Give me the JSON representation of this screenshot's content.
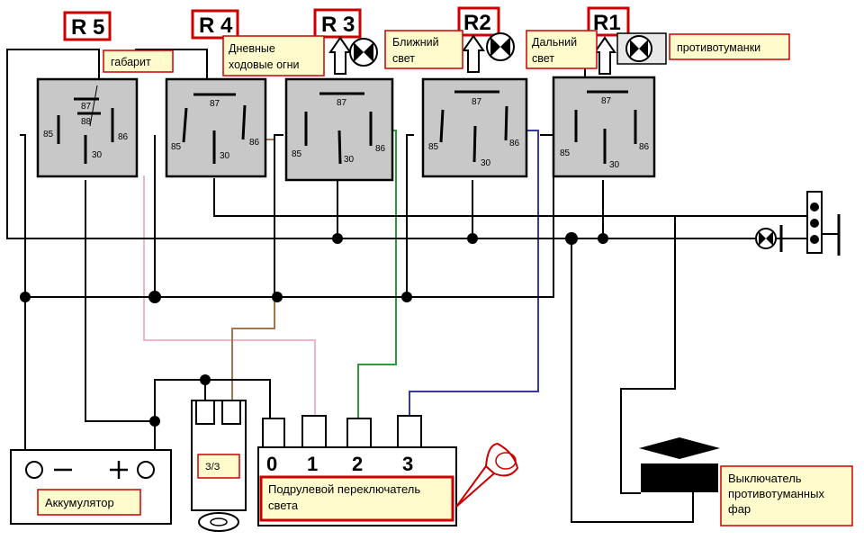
{
  "relays": [
    {
      "id": "R 5",
      "pins": {
        "p87": "87",
        "p88": "88",
        "p85": "85",
        "p86": "86",
        "p30": "30"
      },
      "label": "габарит"
    },
    {
      "id": "R 4",
      "pins": {
        "p87": "87",
        "p85": "85",
        "p86": "86",
        "p30": "30"
      },
      "label_line1": "Дневные",
      "label_line2": "ходовые огни"
    },
    {
      "id": "R 3",
      "pins": {
        "p87": "87",
        "p85": "85",
        "p86": "86",
        "p30": "30"
      }
    },
    {
      "id": "R2",
      "pins": {
        "p87": "87",
        "p85": "85",
        "p86": "86",
        "p30": "30"
      },
      "label_line1": "Ближний",
      "label_line2": "свет"
    },
    {
      "id": "R1",
      "pins": {
        "p87": "87",
        "p85": "85",
        "p86": "86",
        "p30": "30"
      },
      "label_line1": "Дальний",
      "label_line2": "свет"
    }
  ],
  "fog_label": "противотуманки",
  "battery": {
    "symbols": "O –     + O",
    "label": "Аккумулятор"
  },
  "ignition": {
    "label": "З/З"
  },
  "switch": {
    "positions": [
      "0",
      "1",
      "2",
      "3"
    ],
    "label_line1": "Подрулевой переключатель",
    "label_line2": "света"
  },
  "fog_switch": {
    "label_line1": "Выключатель",
    "label_line2": "противотуманных",
    "label_line3": "фар"
  },
  "colors": {
    "relay_fill": "#c8c8c8",
    "label_fill": "#fffbcc",
    "label_border": "#cc0000",
    "wire_pink": "#f0b4c8",
    "wire_brown": "#a07850",
    "wire_green": "#2a9a3a",
    "wire_blue": "#3a3a9a"
  }
}
